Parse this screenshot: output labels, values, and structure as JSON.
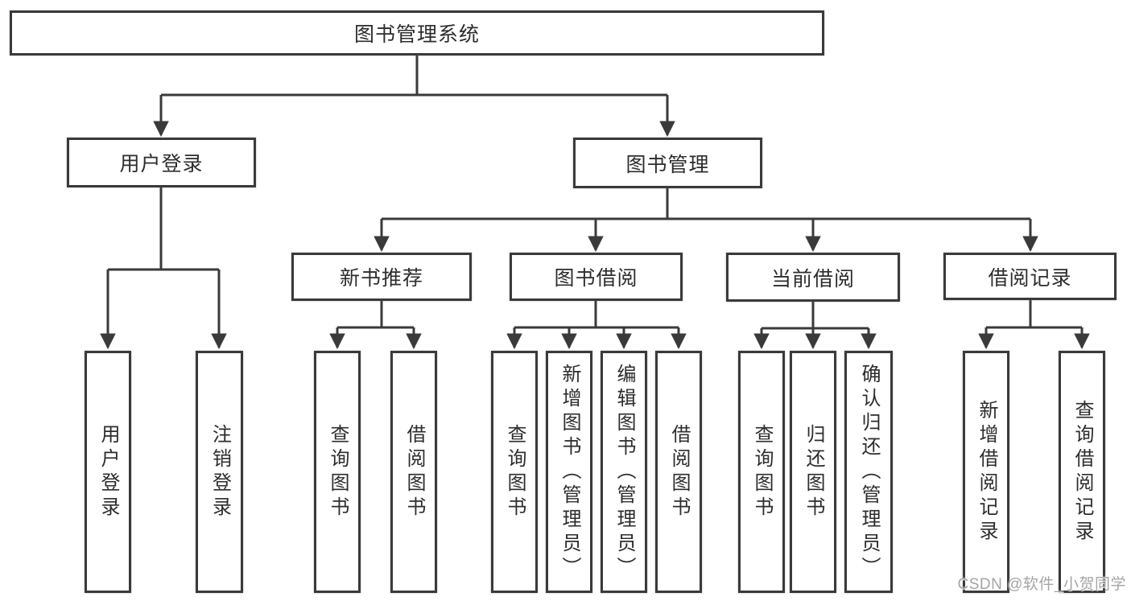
{
  "tree": {
    "label": "图书管理系统",
    "children": [
      {
        "label": "用户登录",
        "children": [
          {
            "label": "用户登录"
          },
          {
            "label": "注销登录"
          }
        ]
      },
      {
        "label": "图书管理",
        "children": [
          {
            "label": "新书推荐",
            "children": [
              {
                "label": "查询图书"
              },
              {
                "label": "借阅图书"
              }
            ]
          },
          {
            "label": "图书借阅",
            "children": [
              {
                "label": "查询图书"
              },
              {
                "label": "新增图书（管理员）"
              },
              {
                "label": "编辑图书（管理员）"
              },
              {
                "label": "借阅图书"
              }
            ]
          },
          {
            "label": "当前借阅",
            "children": [
              {
                "label": "查询图书"
              },
              {
                "label": "归还图书"
              },
              {
                "label": "确认归还（管理员）"
              }
            ]
          },
          {
            "label": "借阅记录",
            "children": [
              {
                "label": "新增借阅记录"
              },
              {
                "label": "查询借阅记录"
              }
            ]
          }
        ]
      }
    ]
  },
  "watermark": {
    "text": "CSDN @软件_小贺同学"
  },
  "colors": {
    "line": "#3a3a3a",
    "box_border": "#3a3a3a",
    "text": "#2d2d2d",
    "watermark": "#a5a5a5",
    "background": "#ffffff"
  }
}
